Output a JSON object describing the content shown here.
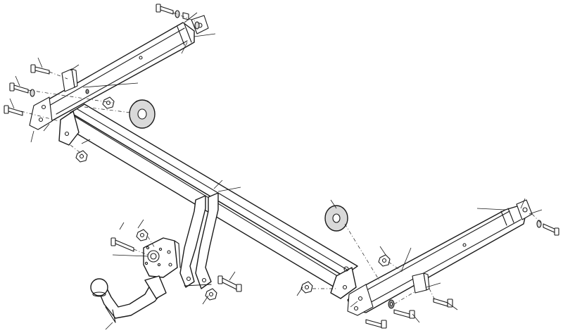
{
  "diagram": {
    "kind": "exploded-assembly-drawing",
    "text_labels": []
  },
  "colors": {
    "line": "#1a1a1a",
    "background": "#ffffff",
    "washer_fill": "#d9d9d9"
  },
  "parts": [
    "left-side-arm",
    "right-side-arm",
    "main-crossbar",
    "centre-clamp",
    "socket-plate",
    "tow-ball-neck",
    "tow-ball",
    "large-washer-left",
    "large-washer-right",
    "bolts",
    "nuts",
    "washers",
    "spacer-brackets"
  ]
}
